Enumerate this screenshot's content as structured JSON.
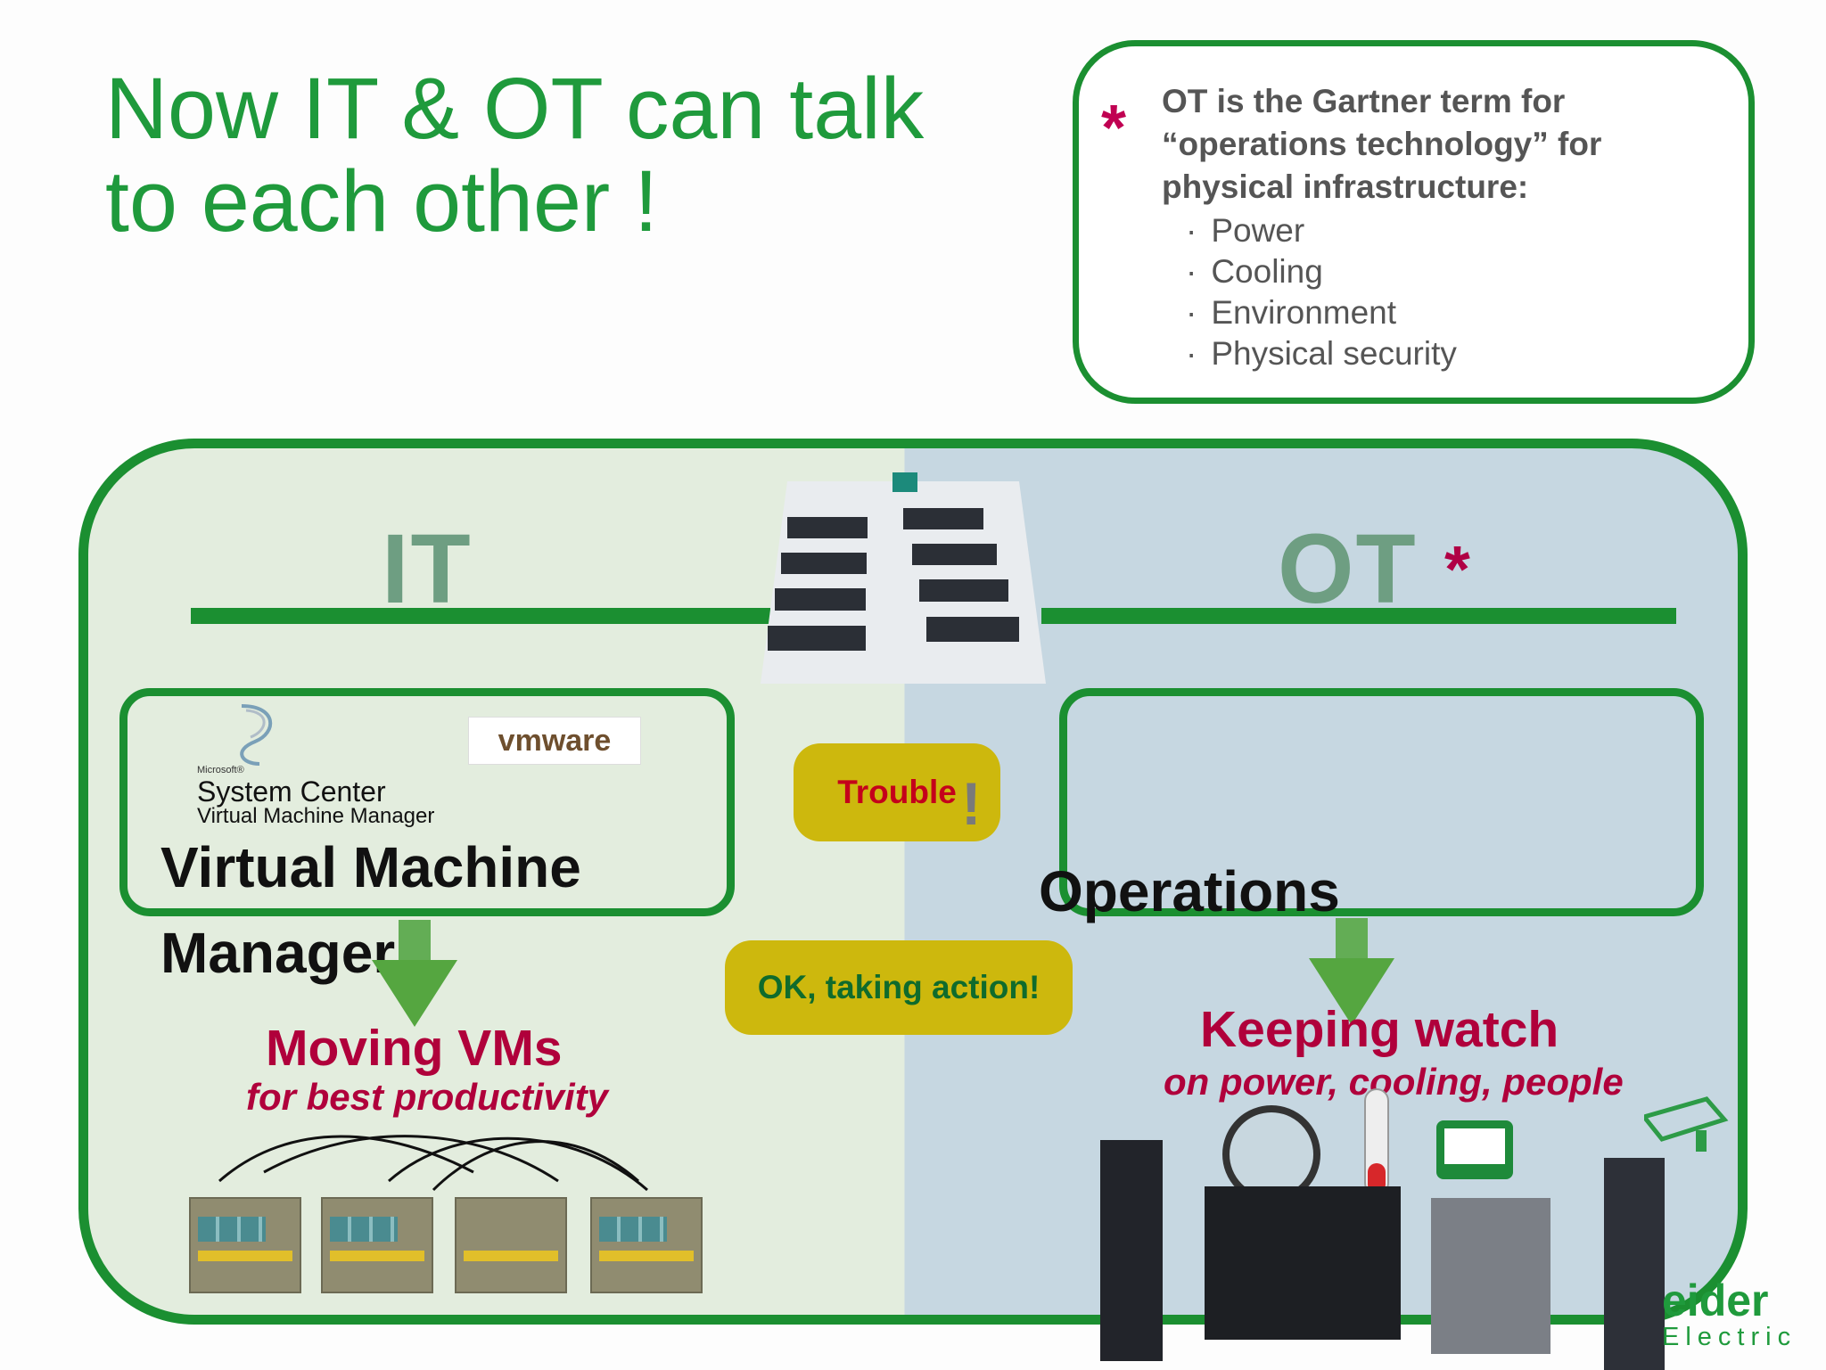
{
  "title": "Now IT & OT can talk to each other !",
  "note": {
    "asterisk": "*",
    "intro_ot": "OT",
    "intro_text": " is the Gartner term for “operations technology”  for physical infrastructure:",
    "items": [
      "Power",
      "Cooling",
      "Environment",
      "Physical security"
    ]
  },
  "sections": {
    "it_label": "IT",
    "ot_label": "OT",
    "ot_star": "*"
  },
  "it_card": {
    "microsoft": "Microsoft®",
    "system_center": "System Center",
    "vmm_product": "Virtual Machine Manager",
    "vmware": "vmware",
    "heading_line1": "Virtual Machine",
    "heading_line2": "Manager"
  },
  "ot_card": {
    "heading": "Operations"
  },
  "messages": {
    "trouble": "Trouble",
    "exclaim": "!",
    "ok": "OK, taking action!"
  },
  "callouts": {
    "moving": "Moving VMs",
    "moving_sub": "for best productivity",
    "keeping": "Keeping watch",
    "keeping_sub": "on power, cooling, people"
  },
  "brand": {
    "schneider": "eider",
    "electric": "Electric"
  },
  "colors": {
    "accent_green": "#1b8f31",
    "magenta": "#b0003b",
    "bubble_yellow": "#cdb80d"
  }
}
